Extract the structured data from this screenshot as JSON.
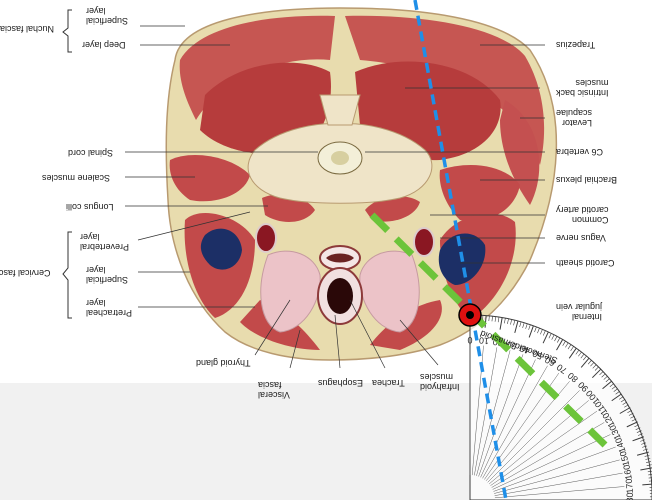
{
  "labels_left": {
    "nuchal_fascia": "Nuchal fascia",
    "superficial_layer": "Superficial\nlayer",
    "deep_layer": "Deep layer",
    "spinal_cord": "Spinal cord",
    "scalene_muscles": "Scalene muscles",
    "longus_colli": "Longus colli",
    "cervical_fascia": "Cervical fascia",
    "prevertebral_layer": "Prevertebral\nlayer",
    "superficial_layer_2": "Superficial\nlayer",
    "pretracheal_layer": "Pretracheal\nlayer"
  },
  "labels_right": {
    "trapezius": "Trapezius",
    "intrinsic_back_muscles": "Intrinsic back\nmuscles",
    "levator_scapulae": "Levator\nscapulae",
    "c6_vertebra": "C6 vertebra",
    "brachial_plexus": "Brachial plexus",
    "common_carotid_artery": "Common\ncarotid artery",
    "vagus_nerve": "Vagus nerve",
    "carotid_sheath": "Carotid sheath",
    "internal_jugular_vein": "Internal\njugular vein",
    "sternocleidomastoid": "Sternocleidomastoid"
  },
  "labels_bottom": {
    "thyroid_gland": "Thyroid gland",
    "visceral_fascia": "Visceral\nfascia",
    "esophagus": "Esophagus",
    "trachea": "Trachea",
    "infrahyoid_muscles": "Infrahyoid\nmuscles"
  },
  "protractor": {
    "degrees": [
      "0",
      "10",
      "20",
      "30",
      "40",
      "50",
      "60",
      "70",
      "80",
      "90",
      "100",
      "110",
      "120",
      "130",
      "140",
      "150",
      "160",
      "170",
      "180"
    ]
  },
  "colors": {
    "muscle": "#c24a4a",
    "fat": "#e8dcae",
    "bone": "#efe4c8",
    "thyroid": "#ecc3c8",
    "vein": "#1c2f66",
    "artery": "#8a1722",
    "blue_line": "#1f8fe8",
    "green_line": "#6cc43a",
    "marker": "#e01010"
  }
}
